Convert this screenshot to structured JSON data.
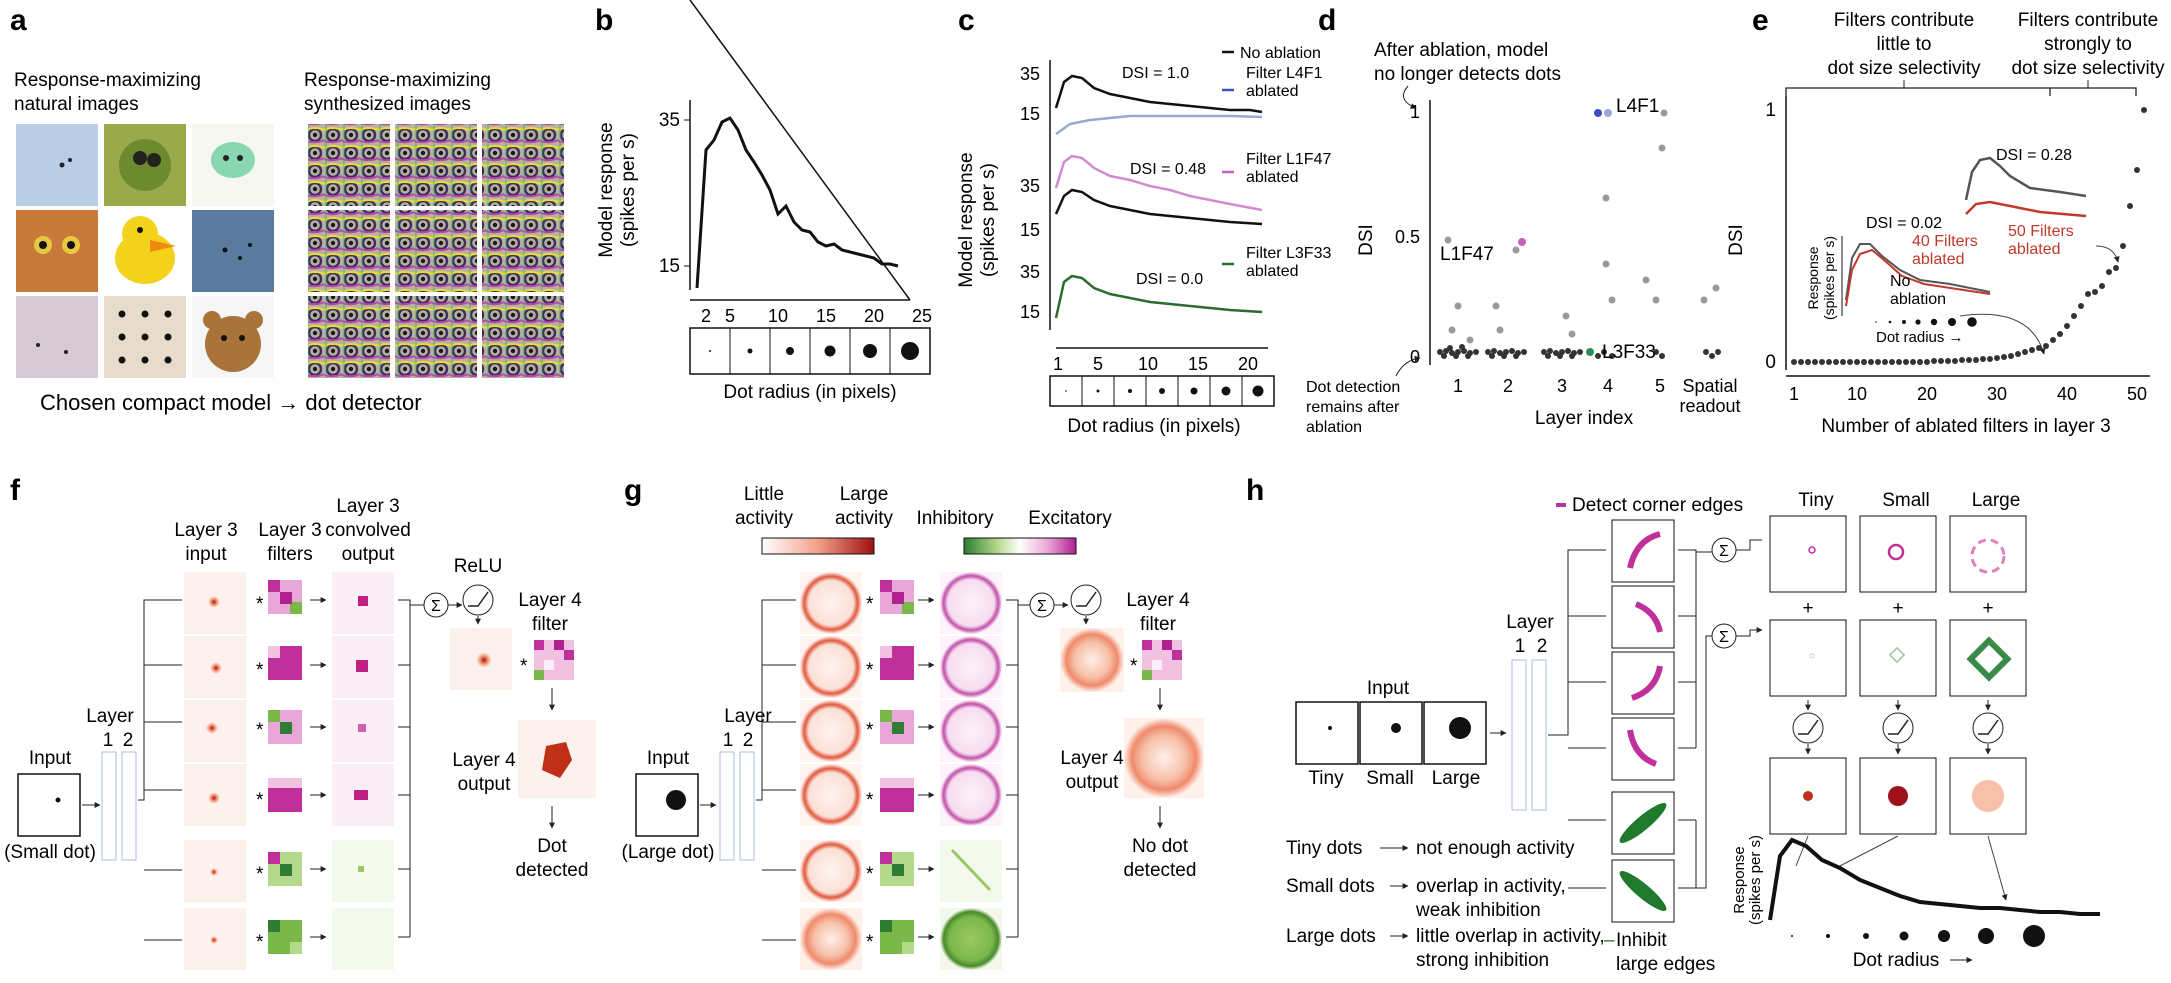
{
  "colors": {
    "magenta": "#c0309a",
    "green": "#2a7a2e",
    "red": "#c0392b",
    "blue_ablate": "#3b4fc4",
    "pink_ablate": "#c860c0",
    "darkgreen_ablate": "#2e6b2e",
    "lightblue_line": "#9aa7d4",
    "pink_line": "#d08cd0"
  },
  "panel_a": {
    "label": "a",
    "natural_title_line1": "Response-maximizing",
    "natural_title_line2": "natural images",
    "synth_title_line1": "Response-maximizing",
    "synth_title_line2": "synthesized images",
    "caption": "Chosen compact model → dot detector"
  },
  "panel_b": {
    "label": "b",
    "ylabel_line1": "Model response",
    "ylabel_line2": "(spikes per s)",
    "xlabel": "Dot radius (in pixels)",
    "yticks": [
      "35",
      "15"
    ],
    "xticks": [
      "2",
      "5",
      "10",
      "15",
      "20",
      "25"
    ]
  },
  "panel_c": {
    "label": "c",
    "ylabel_line1": "Model response",
    "ylabel_line2": "(spikes per s)",
    "xlabel": "Dot radius (in pixels)",
    "xticks": [
      "1",
      "5",
      "10",
      "15",
      "20"
    ],
    "yticks": [
      "35",
      "15"
    ],
    "legend_no_ablation": "No ablation",
    "legend_l4f1_line1": "Filter L4F1",
    "legend_l4f1_line2": "ablated",
    "legend_l1f47_line1": "Filter L1F47",
    "legend_l1f47_line2": "ablated",
    "legend_l3f33_line1": "Filter L3F33",
    "legend_l3f33_line2": "ablated",
    "dsi_1": "DSI = 1.0",
    "dsi_2": "DSI = 0.48",
    "dsi_3": "DSI = 0.0"
  },
  "panel_d": {
    "label": "d",
    "note_top_line1": "After ablation, model",
    "note_top_line2": "no longer detects dots",
    "note_bottom_line1": "Dot detection",
    "note_bottom_line2": "remains after",
    "note_bottom_line3": "ablation",
    "ylabel": "DSI",
    "yticks": [
      "1",
      "0.5",
      "0"
    ],
    "xticks": [
      "1",
      "2",
      "3",
      "4",
      "5"
    ],
    "xtick_spatial_line1": "Spatial",
    "xtick_spatial_line2": "readout",
    "xlabel": "Layer index",
    "lbl_l4f1": "L4F1",
    "lbl_l1f47": "L1F47",
    "lbl_l3f33": "L3F33"
  },
  "panel_e": {
    "label": "e",
    "note_left_line1": "Filters contribute",
    "note_left_line2": "little to",
    "note_left_line3": "dot size selectivity",
    "note_right_line1": "Filters contribute",
    "note_right_line2": "strongly to",
    "note_right_line3": "dot size selectivity",
    "ylabel": "DSI",
    "yticks": [
      "1",
      "0"
    ],
    "xticks": [
      "1",
      "10",
      "20",
      "30",
      "40",
      "50"
    ],
    "xlabel": "Number of ablated filters in layer 3",
    "dsi_028": "DSI = 0.28",
    "dsi_002": "DSI = 0.02",
    "lbl_50_line1": "50 Filters",
    "lbl_50_line2": "ablated",
    "lbl_40_line1": "40 Filters",
    "lbl_40_line2": "ablated",
    "lbl_no_line1": "No",
    "lbl_no_line2": "ablation",
    "inset_ylabel_line1": "Response",
    "inset_ylabel_line2": "(spikes per s)",
    "inset_xlabel": "Dot radius →"
  },
  "panel_f": {
    "label": "f",
    "input": "Input",
    "input_sub": "(Small dot)",
    "layer": "Layer",
    "layer_1": "1",
    "layer_2": "2",
    "l3_input_line1": "Layer 3",
    "l3_input_line2": "input",
    "l3_filters_line1": "Layer 3",
    "l3_filters_line2": "filters",
    "l3_conv_line1": "Layer 3",
    "l3_conv_line2": "convolved",
    "l3_conv_line3": "output",
    "relu": "ReLU",
    "sigma": "Σ",
    "star": "*",
    "l4_filter_line1": "Layer 4",
    "l4_filter_line2": "filter",
    "l4_output_line1": "Layer 4",
    "l4_output_line2": "output",
    "result_line1": "Dot",
    "result_line2": "detected"
  },
  "panel_g": {
    "label": "g",
    "cb1_left_line1": "Little",
    "cb1_left_line2": "activity",
    "cb1_right_line1": "Large",
    "cb1_right_line2": "activity",
    "cb2_left": "Inhibitory",
    "cb2_right": "Excitatory",
    "input": "Input",
    "input_sub": "(Large dot)",
    "layer": "Layer",
    "layer_1": "1",
    "layer_2": "2",
    "sigma": "Σ",
    "star": "*",
    "l4_filter_line1": "Layer 4",
    "l4_filter_line2": "filter",
    "l4_output_line1": "Layer 4",
    "l4_output_line2": "output",
    "result_line1": "No dot",
    "result_line2": "detected"
  },
  "panel_h": {
    "label": "h",
    "detect_corner": "Detect corner edges",
    "inhibit_line1": "Inhibit",
    "inhibit_line2": "large edges",
    "col_tiny": "Tiny",
    "col_small": "Small",
    "col_large": "Large",
    "input": "Input",
    "in_tiny": "Tiny",
    "in_small": "Small",
    "in_large": "Large",
    "layer": "Layer",
    "layer_1": "1",
    "layer_2": "2",
    "plus": "+",
    "sigma": "Σ",
    "tiny_dots": "Tiny dots",
    "tiny_desc": "not enough activity",
    "small_dots": "Small dots",
    "small_desc_line1": "overlap in activity,",
    "small_desc_line2": "weak inhibition",
    "large_dots": "Large dots",
    "large_desc_line1": "little overlap in activity,",
    "large_desc_line2": "strong inhibition",
    "resp_ylabel_line1": "Response",
    "resp_ylabel_line2": "(spikes per s)",
    "resp_xlabel": "Dot radius"
  }
}
